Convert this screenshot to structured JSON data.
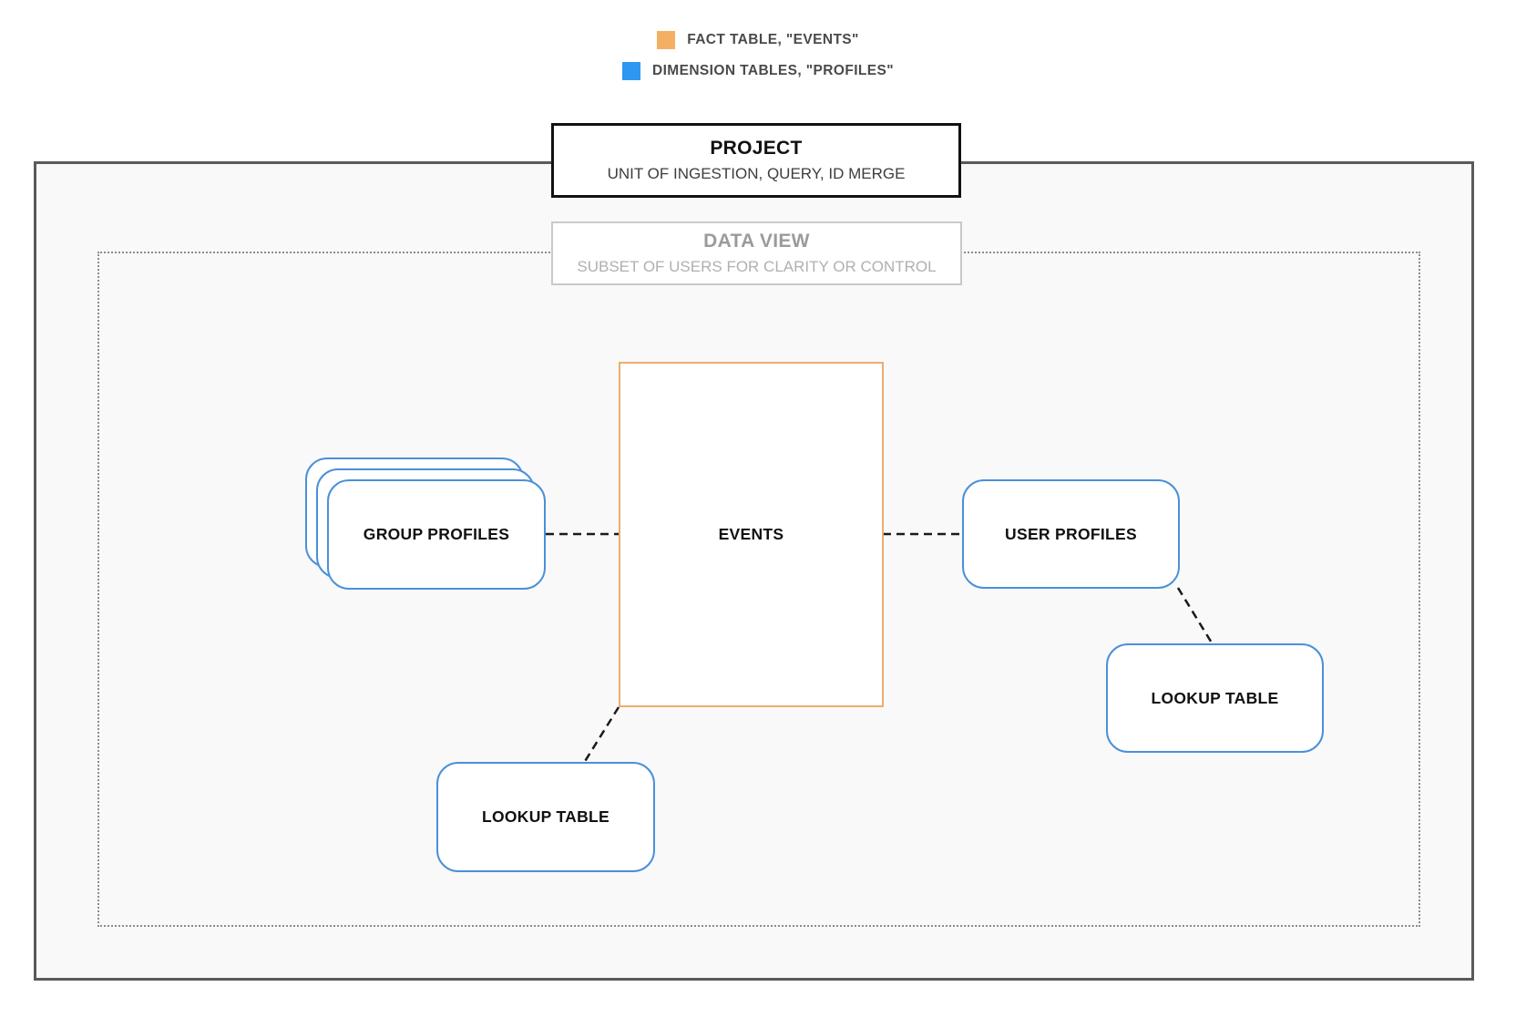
{
  "legend": {
    "items": [
      {
        "label": "FACT TABLE, \"EVENTS\"",
        "color": "#f5af63"
      },
      {
        "label": "DIMENSION TABLES, \"PROFILES\"",
        "color": "#2f97f0"
      }
    ]
  },
  "project": {
    "title": "PROJECT",
    "subtitle": "UNIT OF INGESTION, QUERY, ID MERGE"
  },
  "data_view": {
    "title": "DATA VIEW",
    "subtitle": "SUBSET OF USERS FOR CLARITY OR CONTROL"
  },
  "nodes": {
    "events": {
      "label": "EVENTS"
    },
    "group_profiles": {
      "label": "GROUP PROFILES"
    },
    "user_profiles": {
      "label": "USER PROFILES"
    },
    "lookup_left": {
      "label": "LOOKUP TABLE"
    },
    "lookup_right": {
      "label": "LOOKUP TABLE"
    }
  },
  "colors": {
    "fact_table": "#f5af63",
    "dimension_table": "#2f97f0",
    "fact_border": "#ecae6e",
    "dimension_border": "#4a90d9",
    "connector": "#1a1a1a"
  }
}
